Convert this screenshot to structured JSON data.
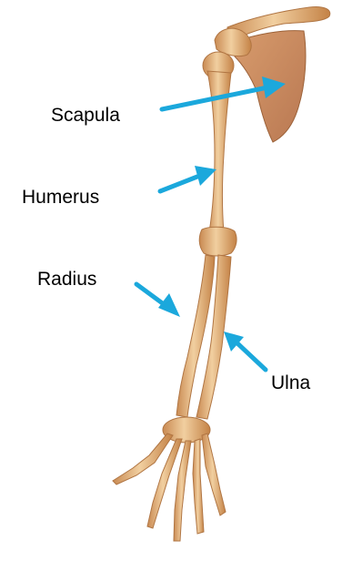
{
  "labels": {
    "scapula": "Scapula",
    "humerus": "Humerus",
    "radius": "Radius",
    "ulna": "Ulna"
  },
  "colors": {
    "bone": "#e3b07a",
    "bone_light": "#f1cfa0",
    "bone_shadow": "#b97a45",
    "scapula": "#c98d62",
    "arrow": "#1ba8dc",
    "background": "#ffffff"
  }
}
